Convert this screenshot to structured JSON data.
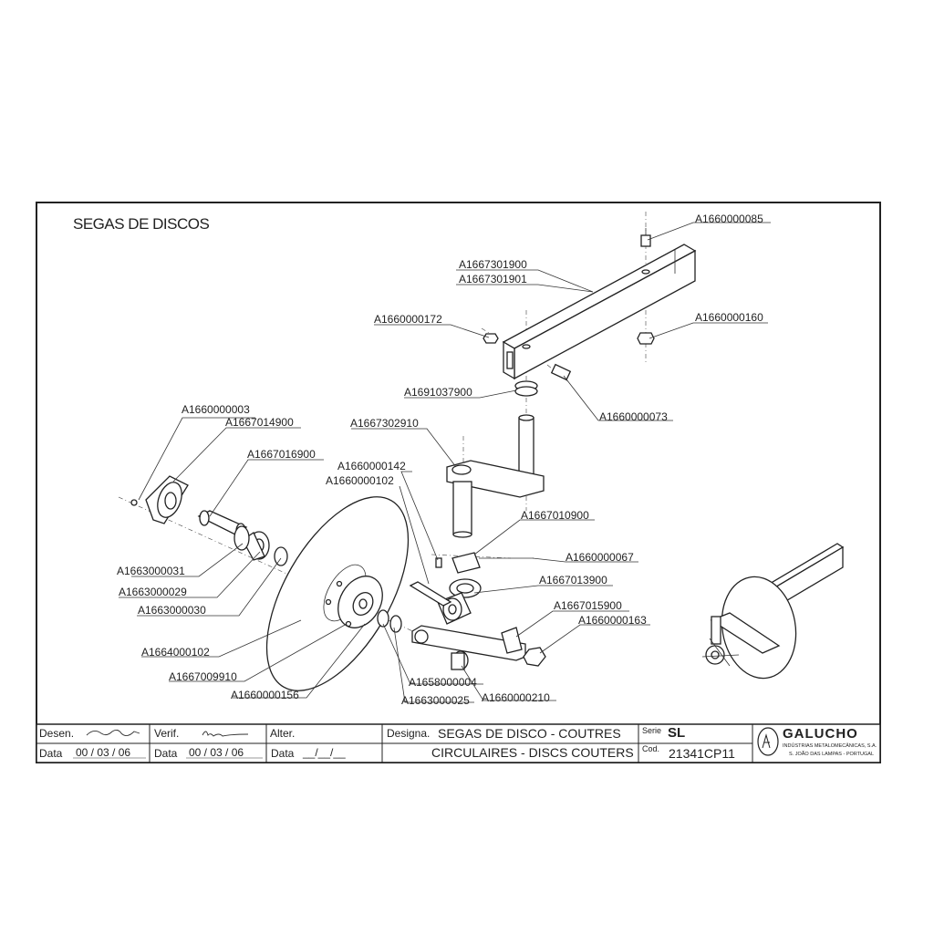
{
  "drawing": {
    "heading": "SEGAS DE DISCOS",
    "part_labels": [
      "A1660000085",
      "A1667301900",
      "A1667301901",
      "A1660000172",
      "A1660000160",
      "A1691037900",
      "A1660000073",
      "A1660000003",
      "A1667014900",
      "A1667302910",
      "A1667016900",
      "A1660000142",
      "A1660000102",
      "A1667010900",
      "A1660000067",
      "A1663000031",
      "A1667013900",
      "A1663000029",
      "A1667015900",
      "A1663000030",
      "A1660000163",
      "A1664000102",
      "A1667009910",
      "A1658000004",
      "A1660000156",
      "A1663000025",
      "A1660000210"
    ]
  },
  "title_block": {
    "desen_label": "Desen.",
    "verif_label": "Verif.",
    "alter_label": "Alter.",
    "data_label": "Data",
    "desen_date": "00 / 03 / 06",
    "verif_date": "00 / 03 / 06",
    "alter_date": "__/__/__",
    "designa_label": "Designa.",
    "designation_line1": "SEGAS DE DISCO - COUTRES",
    "designation_line2": "CIRCULAIRES - DISCS COUTERS",
    "serie_label": "Serie",
    "serie_value": "SL",
    "cod_label": "Cod.",
    "cod_value": "21341CP11",
    "company_name": "GALUCHO",
    "company_subtitle": "INDÚSTRIAS METALOMECÂNICAS, S.A.",
    "company_location": "S. JOÃO DAS LAMPAS - PORTUGAL"
  }
}
